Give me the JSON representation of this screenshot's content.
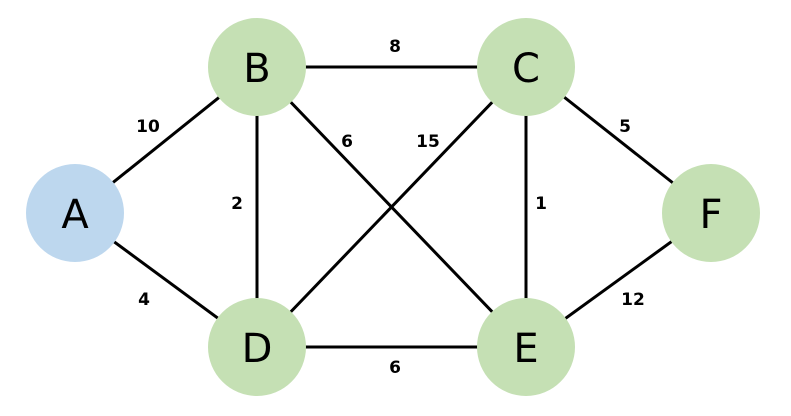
{
  "colors": {
    "start_node": "#bdd7ee",
    "node": "#c5e0b4",
    "edge": "#000000"
  },
  "nodes": [
    {
      "id": "A",
      "label": "A",
      "start": true
    },
    {
      "id": "B",
      "label": "B"
    },
    {
      "id": "C",
      "label": "C"
    },
    {
      "id": "D",
      "label": "D"
    },
    {
      "id": "E",
      "label": "E"
    },
    {
      "id": "F",
      "label": "F"
    }
  ],
  "edges": [
    {
      "from": "A",
      "to": "B",
      "weight": "10"
    },
    {
      "from": "A",
      "to": "D",
      "weight": "4"
    },
    {
      "from": "B",
      "to": "C",
      "weight": "8"
    },
    {
      "from": "B",
      "to": "D",
      "weight": "2"
    },
    {
      "from": "B",
      "to": "E",
      "weight": "6"
    },
    {
      "from": "C",
      "to": "D",
      "weight": "15"
    },
    {
      "from": "C",
      "to": "E",
      "weight": "1"
    },
    {
      "from": "C",
      "to": "F",
      "weight": "5"
    },
    {
      "from": "D",
      "to": "E",
      "weight": "6"
    },
    {
      "from": "E",
      "to": "F",
      "weight": "12"
    }
  ]
}
